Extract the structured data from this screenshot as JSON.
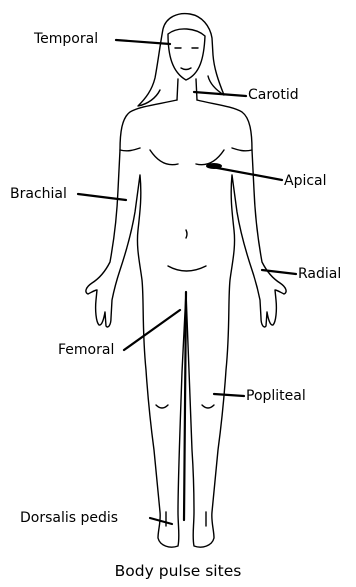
{
  "caption": "Body pulse sites",
  "labels": {
    "temporal": "Temporal",
    "carotid": "Carotid",
    "brachial": "Brachial",
    "apical": "Apical",
    "radial": "Radial",
    "femoral": "Femoral",
    "popliteal": "Popliteal",
    "dorsalis_pedis": "Dorsalis pedis"
  }
}
